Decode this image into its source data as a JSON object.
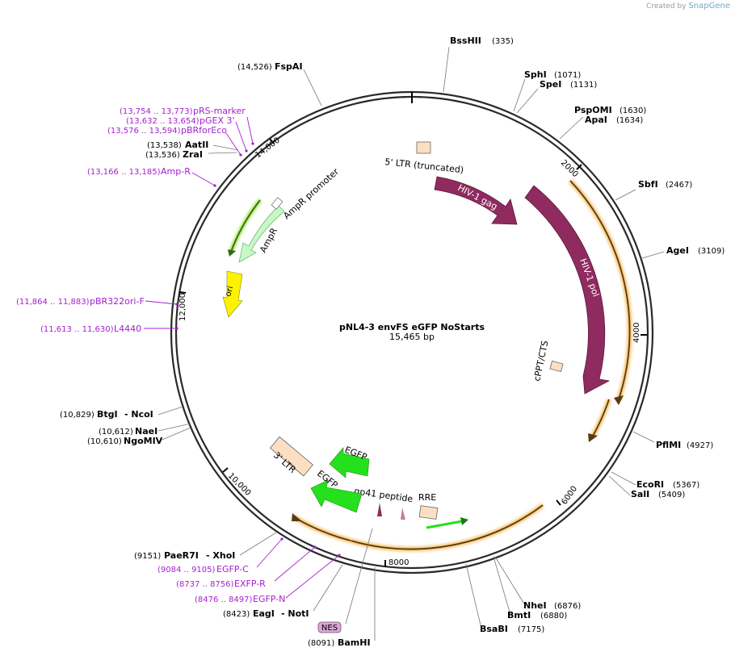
{
  "credit": {
    "prefix": "Created by",
    "brand": "SnapGene"
  },
  "plasmid": {
    "name": "pNL4-3 envFS eGFP NoStarts",
    "size": "15,465 bp"
  },
  "ticks": [
    "2000",
    "4000",
    "6000",
    "8000",
    "10,000",
    "12,000",
    "14,000"
  ],
  "enzymes": [
    {
      "name": "BssHII",
      "pos": "(335)"
    },
    {
      "name": "SphI",
      "pos": "(1071)"
    },
    {
      "name": "SpeI",
      "pos": "(1131)"
    },
    {
      "name": "PspOMI",
      "pos": "(1630)"
    },
    {
      "name": "ApaI",
      "pos": "(1634)"
    },
    {
      "name": "SbfI",
      "pos": "(2467)"
    },
    {
      "name": "AgeI",
      "pos": "(3109)"
    },
    {
      "name": "PflMI",
      "pos": "(4927)"
    },
    {
      "name": "EcoRI",
      "pos": "(5367)"
    },
    {
      "name": "SalI",
      "pos": "(5409)"
    },
    {
      "name": "NheI",
      "pos": "(6876)"
    },
    {
      "name": "BmtI",
      "pos": "(6880)"
    },
    {
      "name": "BsaBI",
      "pos": "(7175)"
    },
    {
      "name": "BamHI",
      "pos": "(8091)"
    },
    {
      "name": "EagI",
      "name2": "- NotI",
      "pos": "(8423)"
    },
    {
      "name": "PaeR7I",
      "name2": "- XhoI",
      "pos": "(9151)"
    },
    {
      "name": "NgoMIV",
      "pos": "(10,610)"
    },
    {
      "name": "NaeI",
      "pos": "(10,612)"
    },
    {
      "name": "BtgI",
      "name2": "- NcoI",
      "pos": "(10,829)"
    },
    {
      "name": "ZraI",
      "pos": "(13,536)"
    },
    {
      "name": "AatII",
      "pos": "(13,538)"
    },
    {
      "name": "FspAI",
      "pos": "(14,526)"
    }
  ],
  "primers": [
    {
      "name": "EGFP-C",
      "pos": "(9084 .. 9105)"
    },
    {
      "name": "EXFP-R",
      "pos": "(8737 .. 8756)"
    },
    {
      "name": "EGFP-N",
      "pos": "(8476 .. 8497)"
    },
    {
      "name": "L4440",
      "pos": "(11,613 .. 11,630)"
    },
    {
      "name": "pBR322ori-F",
      "pos": "(11,864 .. 11,883)"
    },
    {
      "name": "Amp-R",
      "pos": "(13,166 .. 13,185)"
    },
    {
      "name": "pBRforEco",
      "pos": "(13,576 .. 13,594)"
    },
    {
      "name": "pGEX 3'",
      "pos": "(13,632 .. 13,654)"
    },
    {
      "name": "pRS-marker",
      "pos": "(13,754 .. 13,773)"
    }
  ],
  "features": {
    "ltr5": "5' LTR (truncated)",
    "gag": "HIV-1 gag",
    "pol": "HIV-1 pol",
    "cppt": "cPPT/CTS",
    "rre": "RRE",
    "gp41": "gp41 peptide",
    "egfp1": "EGFP",
    "egfp2": "EGFP",
    "ltr3": "3' LTR",
    "nes": "NES",
    "ori": "ori",
    "ampr": "AmpR",
    "amprp": "AmpR promoter"
  },
  "colors": {
    "backbone": "#2a2a2a",
    "gag_pol": "#8f2b5f",
    "ltr": "#fcdfc3",
    "egfp": "#25e01d",
    "ori": "#fff200",
    "ampr": "#c8f7c8",
    "primer": "#a41fd0",
    "orf": "#f6c26b"
  }
}
